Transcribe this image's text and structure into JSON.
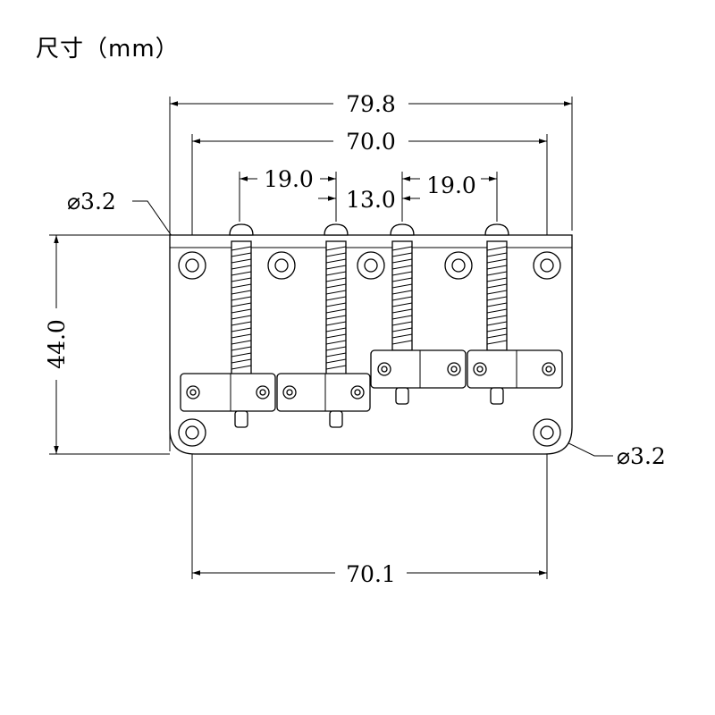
{
  "title": "尺寸（mm）",
  "dimensions": {
    "overall_width": "79.8",
    "hole_span_top": "70.0",
    "string_spacing_left": "19.0",
    "string_spacing_middle": "13.0",
    "string_spacing_right": "19.0",
    "height": "44.0",
    "hole_span_bottom": "70.1",
    "hole_dia_top": "⌀3.2",
    "hole_dia_bottom": "⌀3.2"
  },
  "colors": {
    "line": "#000000",
    "background": "#ffffff"
  }
}
